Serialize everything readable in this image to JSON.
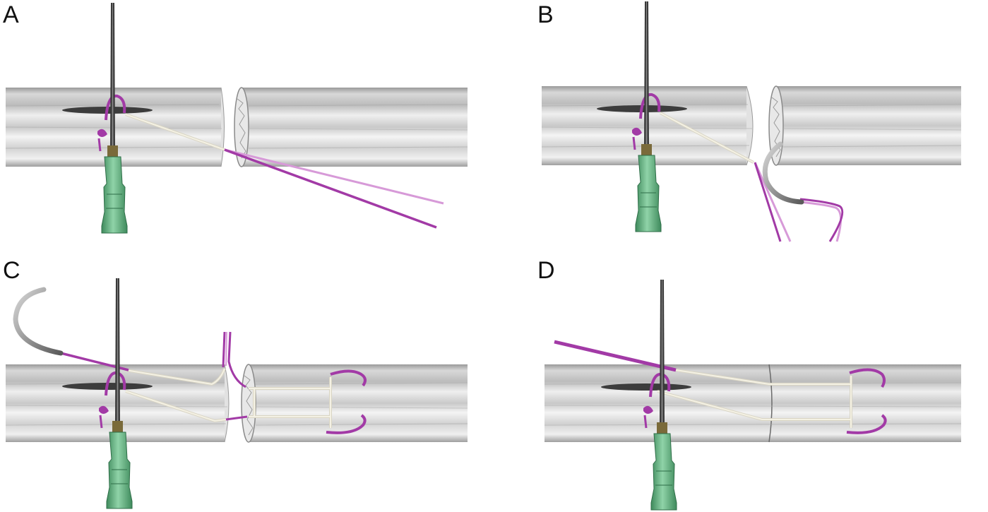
{
  "figure": {
    "panels": [
      {
        "id": "a",
        "label": "A"
      },
      {
        "id": "b",
        "label": "B"
      },
      {
        "id": "c",
        "label": "C"
      },
      {
        "id": "d",
        "label": "D"
      }
    ]
  },
  "colors": {
    "background": "#ffffff",
    "nerve_light": "#f4f4f4",
    "nerve_mid": "#bdbdbd",
    "nerve_dark": "#8a8a8a",
    "suture_purple": "#a23aa6",
    "suture_light": "#d79ad8",
    "suture_white": "#f1eee2",
    "needle_dark": "#3a3a3a",
    "needle_hub_green": "#79c296",
    "needle_hub_dark": "#3f8a5c",
    "curved_needle": "#6f6f6f"
  },
  "icons": [
    "hypodermic-needle-icon",
    "curved-suture-needle-icon",
    "nerve-stump-icon"
  ]
}
